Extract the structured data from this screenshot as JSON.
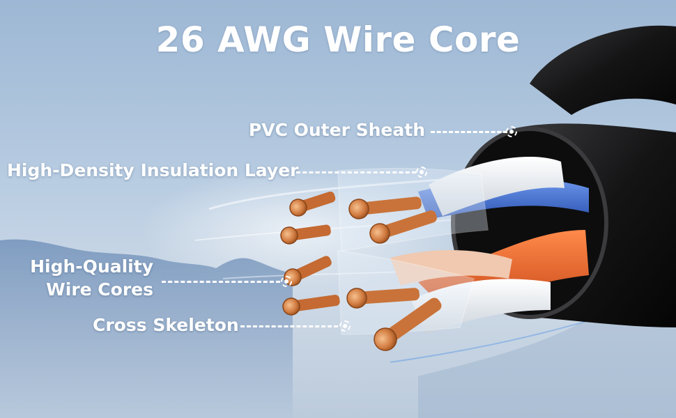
{
  "title": "26 AWG Wire Core",
  "callouts": {
    "pvc_outer_sheath": "PVC Outer Sheath",
    "insulation_layer": "High-Density Insulation Layer",
    "wire_cores_line1": "High-Quality",
    "wire_cores_line2": "Wire Cores",
    "cross_skeleton": "Cross Skeleton"
  },
  "colors": {
    "sheath": "#1a1a1a",
    "copper": "#c8743d",
    "blue_wire": "#3f6fd2",
    "orange_wire": "#e9632a",
    "white_wire": "#e8ecef",
    "label_text": "#ffffff"
  }
}
